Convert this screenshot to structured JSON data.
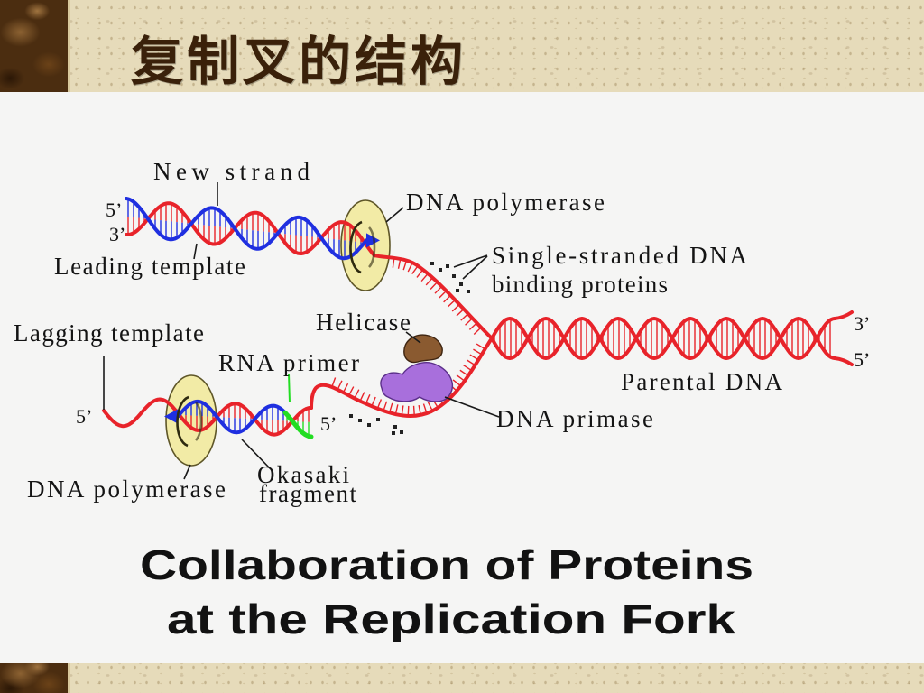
{
  "slide": {
    "title": "复制叉的结构"
  },
  "diagram": {
    "labels": {
      "new_strand": "New strand",
      "leading_5": "5’",
      "leading_3": "3’",
      "dna_polymerase_top": "DNA polymerase",
      "leading_template": "Leading template",
      "ssb_line1": "Single-stranded DNA",
      "ssb_line2": "binding proteins",
      "helicase": "Helicase",
      "lagging_template": "Lagging template",
      "rna_primer": "RNA primer",
      "parental_3": "3’",
      "parental_5": "5’",
      "parental_dna": "Parental DNA",
      "lagging_5": "5’",
      "primer_5": "5’",
      "dna_primase": "DNA primase",
      "dna_polymerase_bottom": "DNA polymerase",
      "okasaki_line1": "Okasaki",
      "okasaki_line2": "fragment"
    },
    "caption": {
      "line1": "Collaboration of Proteins",
      "line2": "at the Replication Fork"
    },
    "colors": {
      "template_strand": "#e8232a",
      "new_strand": "#1f2fe0",
      "rna_primer": "#22dd22",
      "polymerase_ring": "#f2eba6",
      "helicase": "#8a5a30",
      "primase": "#a86fdc"
    }
  }
}
